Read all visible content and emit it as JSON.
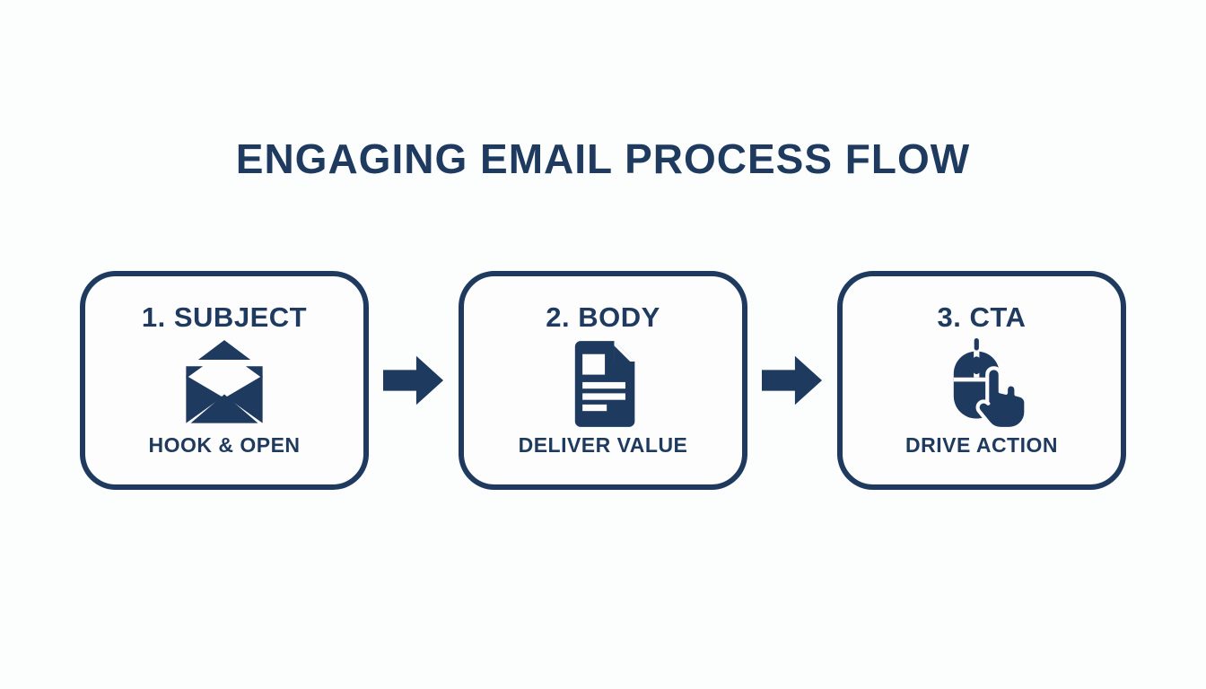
{
  "title": "ENGAGING EMAIL PROCESS FLOW",
  "colors": {
    "ink": "#1e3a5f",
    "background": "#fcfdfd"
  },
  "steps": [
    {
      "heading": "1. SUBJECT",
      "icon": "open-envelope-icon",
      "label": "HOOK & OPEN"
    },
    {
      "heading": "2. BODY",
      "icon": "document-icon",
      "label": "DELIVER VALUE"
    },
    {
      "heading": "3. CTA",
      "icon": "mouse-click-icon",
      "label": "DRIVE ACTION"
    }
  ],
  "connectors": [
    {
      "icon": "arrow-right-icon"
    },
    {
      "icon": "arrow-right-icon"
    }
  ]
}
